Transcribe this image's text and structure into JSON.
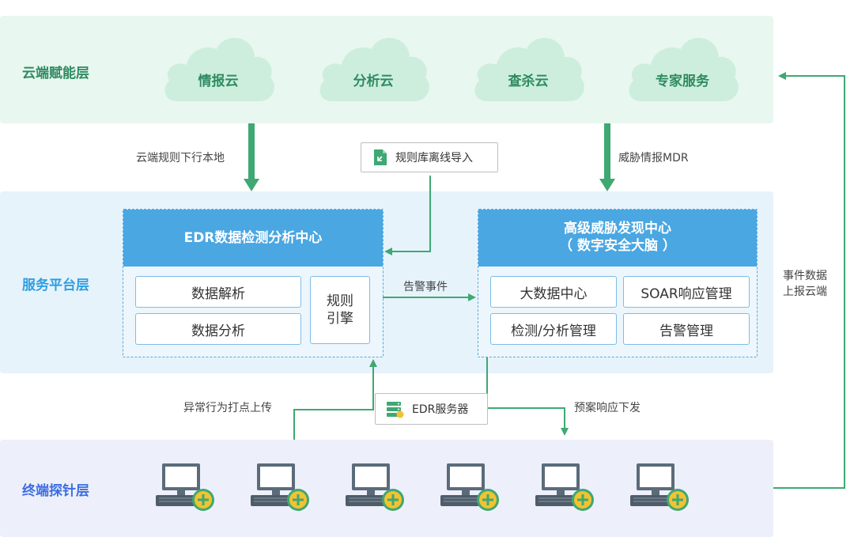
{
  "layers": {
    "cloud": "云端赋能层",
    "platform": "服务平台层",
    "terminal": "终端探针层"
  },
  "clouds": [
    "情报云",
    "分析云",
    "查杀云",
    "专家服务"
  ],
  "edr_center": {
    "title": "EDR数据检测分析中心",
    "cells": [
      "数据解析",
      "数据分析"
    ],
    "engine_line1": "规则",
    "engine_line2": "引擎"
  },
  "threat_center": {
    "title_line1": "高级威胁发现中心",
    "title_line2": "（ 数字安全大脑 ）",
    "cells": [
      "大数据中心",
      "SOAR响应管理",
      "检测/分析管理",
      "告警管理"
    ]
  },
  "edges": {
    "cloud_rules_down": "云端规则下行本地",
    "offline_import": "规则库离线导入",
    "threat_intel_mdr": "威胁情报MDR",
    "alert_events": "告警事件",
    "abnormal_upload": "异常行为打点上传",
    "edr_server": "EDR服务器",
    "plan_dispatch": "预案响应下发",
    "report_line1": "事件数据",
    "report_line2": "上报云端"
  },
  "terminal_count": 6,
  "colors": {
    "cloud_band": "#e8f7ef",
    "platform_band": "#e6f3fb",
    "terminal_band": "#edf0fb",
    "cloud_label": "#2e8b61",
    "platform_label": "#2f9fe0",
    "terminal_label": "#3d6de0",
    "arrow": "#3fa873",
    "header_blue": "#4aa7e2"
  }
}
